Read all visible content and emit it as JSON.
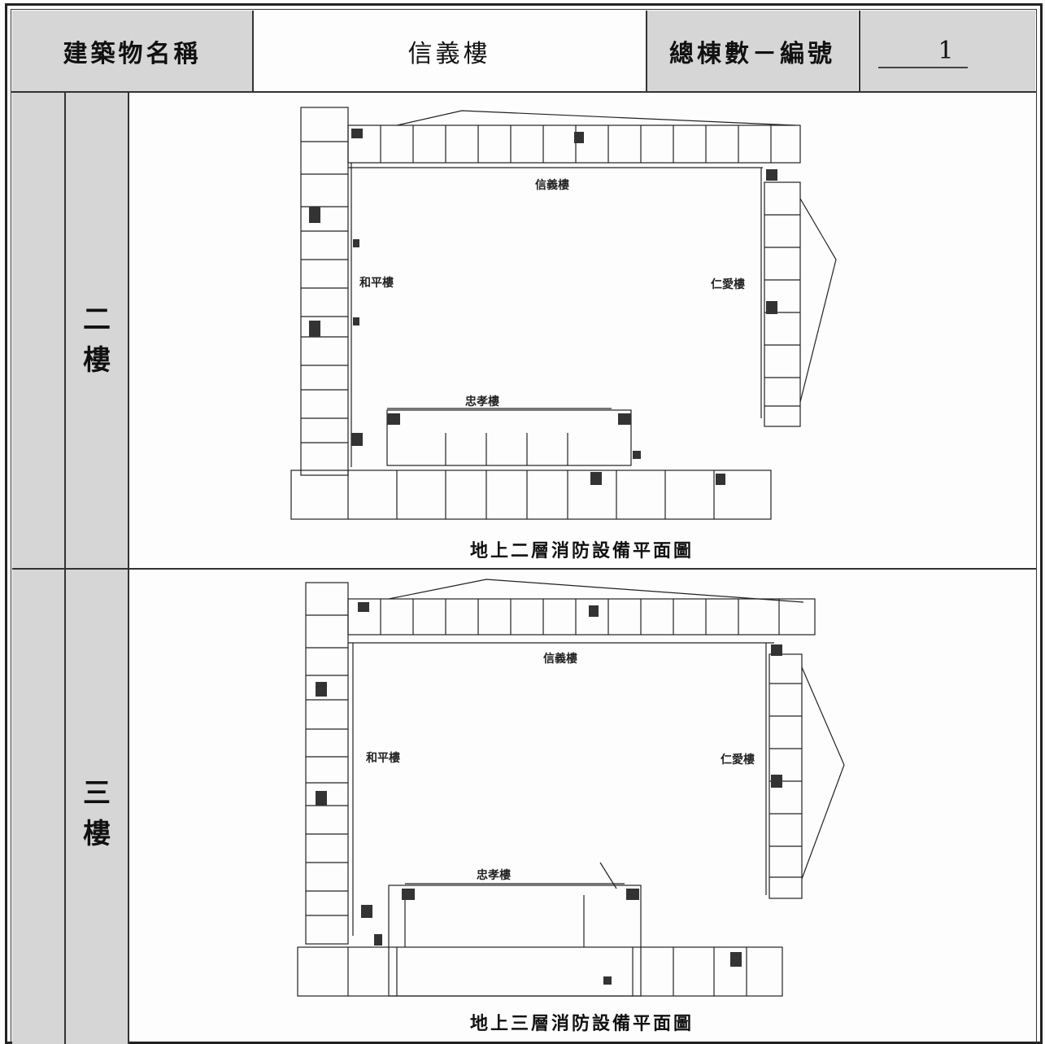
{
  "header": {
    "building_name_label": "建築物名稱",
    "building_name_value": "信義樓",
    "building_count_label": "總棟數－編號",
    "building_count_value": "1"
  },
  "floors": [
    {
      "label_top": "二",
      "label_bottom": "樓",
      "caption": "地上二層消防設備平面圖",
      "wings": {
        "north": "信義樓",
        "west": "和平樓",
        "east": "仁愛樓",
        "south": "忠孝樓"
      }
    },
    {
      "label_top": "三",
      "label_bottom": "樓",
      "caption": "地上三層消防設備平面圖",
      "wings": {
        "north": "信義樓",
        "west": "和平樓",
        "east": "仁愛樓",
        "south": "忠孝樓"
      }
    }
  ],
  "colors": {
    "shade": "#d6d6d6",
    "line": "#333333"
  }
}
